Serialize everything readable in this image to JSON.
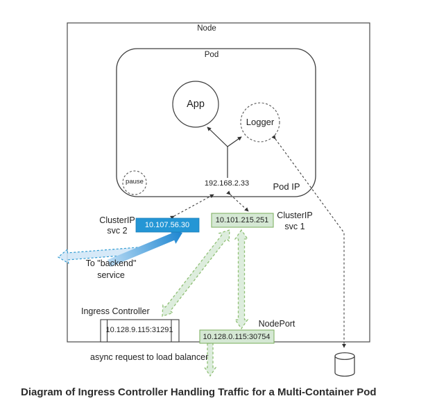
{
  "caption": "Diagram of Ingress Controller Handling Traffic for a Multi-Container Pod",
  "node": {
    "label": "Node"
  },
  "pod": {
    "label": "Pod",
    "app_label": "App",
    "logger_label": "Logger",
    "pause_label": "pause",
    "pod_ip_value": "192.168.2.33",
    "pod_ip_label": "Pod IP"
  },
  "services": {
    "svc2": {
      "name_line1": "ClusterIP",
      "name_line2": "svc 2",
      "ip": "10.107.56.30",
      "color": "#2496d5"
    },
    "svc1": {
      "name_line1": "ClusterIP",
      "name_line2": "svc 1",
      "ip": "10.101.215.251",
      "fill": "#d5e8d4",
      "border": "#82b366"
    },
    "nodeport": {
      "name": "NodePort",
      "ip": "10.128.0.115:30754",
      "fill": "#d5e8d4",
      "border": "#82b366"
    }
  },
  "ingress": {
    "name": "Ingress Controller",
    "ip": "10.128.9.115:31291"
  },
  "notes": {
    "to_backend_line1": "To \"backend\"",
    "to_backend_line2": "service",
    "async_note": "async request to load balancer"
  },
  "colors": {
    "blue_accent": "#2496d5",
    "green_fill": "#d5e8d4",
    "green_stroke": "#82b366",
    "line": "#3d3d3d"
  }
}
